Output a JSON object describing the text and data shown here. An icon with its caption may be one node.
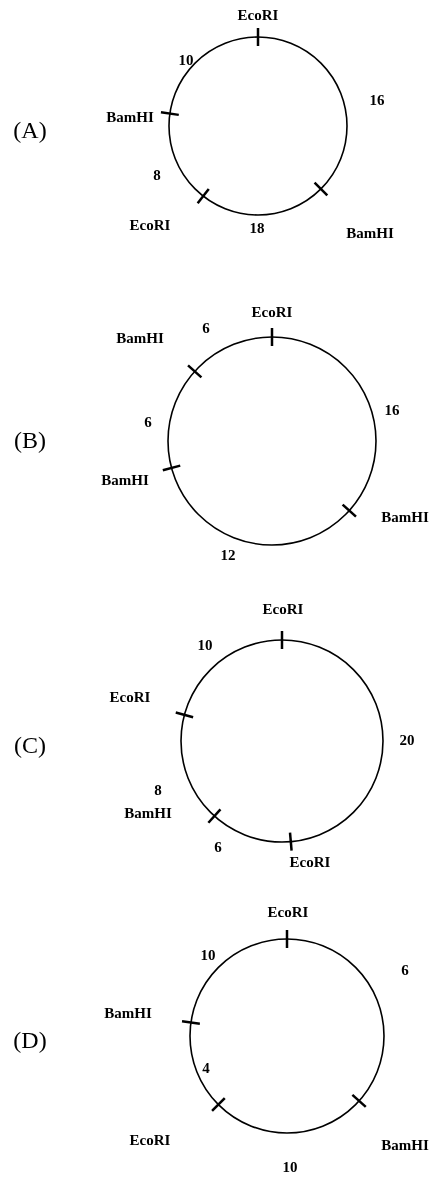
{
  "diagram": {
    "labels": [
      "EcoRI",
      "10",
      "16",
      "BamHI",
      "(A)",
      "8",
      "EcoRI",
      "BamHI",
      "18",
      "EcoRI",
      "6",
      "BamHI",
      "16",
      "(B)",
      "6",
      "BamHI",
      "BamHI",
      "12",
      "EcoRI",
      "10",
      "EcoRI",
      "(C)",
      "20",
      "8",
      "BamHI",
      "6",
      "EcoRI",
      "EcoRI",
      "10",
      "6",
      "BamHI",
      "(D)",
      "4",
      "EcoRI",
      "BamHI",
      "10"
    ]
  }
}
